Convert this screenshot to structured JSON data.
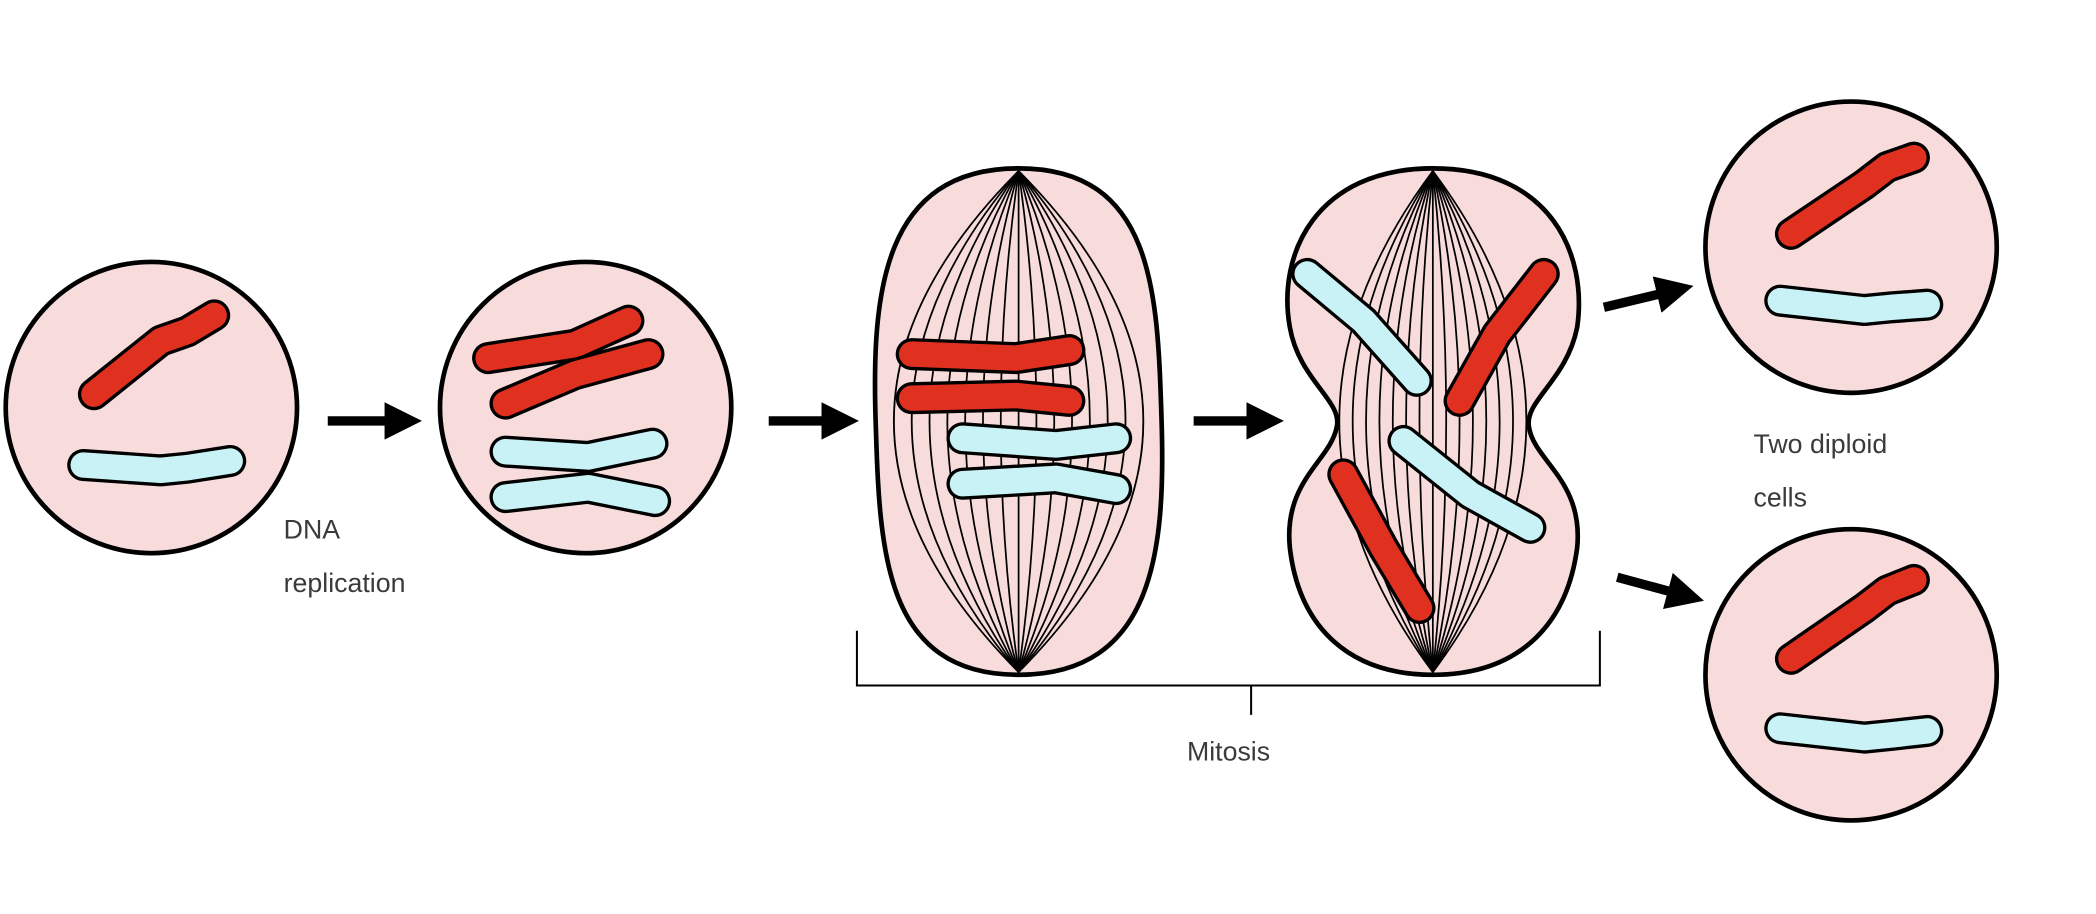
{
  "labels": {
    "dna_line1": "DNA",
    "dna_line2": "replication",
    "mitosis": "Mitosis",
    "result_line1": "Two diploid",
    "result_line2": "cells"
  },
  "colors": {
    "cell_fill": "#f8dcdc",
    "red_chromosome": "#e0301f",
    "blue_chromosome": "#c8f2f5",
    "outline": "#000000"
  }
}
